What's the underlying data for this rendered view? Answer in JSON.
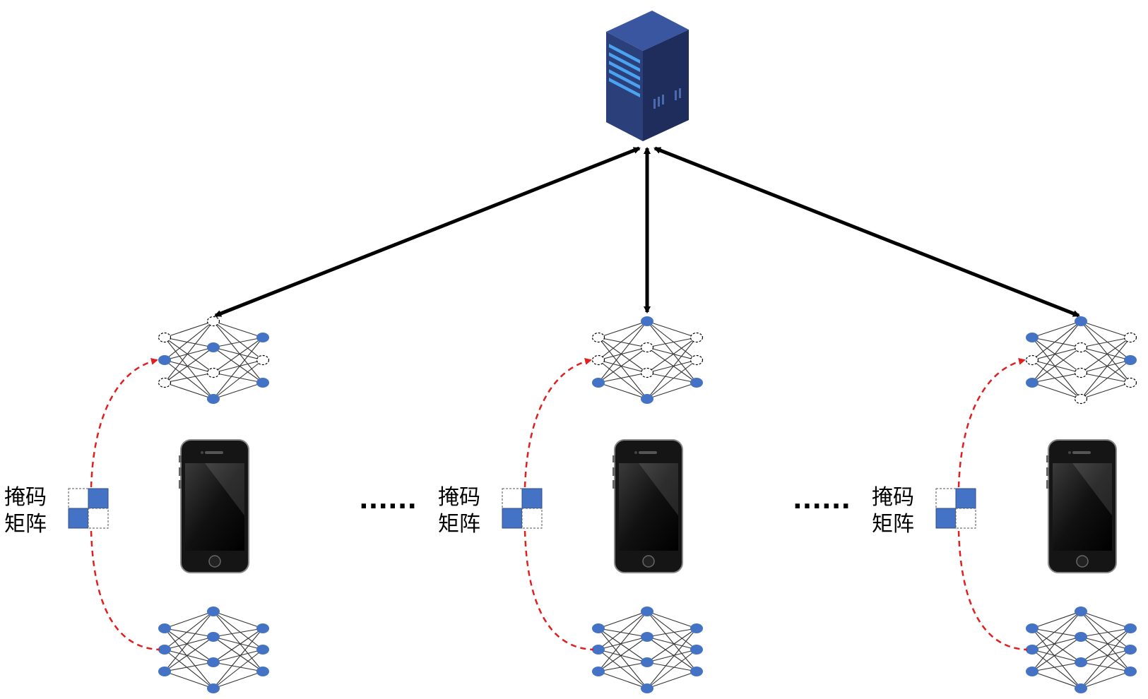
{
  "diagram": {
    "colors": {
      "node_fill": "#4472c4",
      "edge": "#333333",
      "arrow": "#000000",
      "mask_link": "#e02020",
      "server_front": "#2b3f7a",
      "server_side": "#1e2d5c",
      "server_top": "#3a56a0",
      "server_light": "#4aa3f0"
    },
    "clients": [
      {
        "mask_label_line1": "掩码",
        "mask_label_line2": "矩阵",
        "mask_cells": [
          [
            0,
            1
          ],
          [
            1,
            0
          ]
        ],
        "masked_net_active": [
          [
            false,
            true,
            false
          ],
          [
            false,
            true,
            false,
            true
          ],
          [
            true,
            false,
            true
          ]
        ],
        "separator": "......"
      },
      {
        "mask_label_line1": "掩码",
        "mask_label_line2": "矩阵",
        "mask_cells": [
          [
            0,
            1
          ],
          [
            1,
            0
          ]
        ],
        "masked_net_active": [
          [
            false,
            false,
            true
          ],
          [
            true,
            false,
            false,
            true
          ],
          [
            false,
            false,
            true
          ]
        ],
        "separator": "......"
      },
      {
        "mask_label_line1": "掩码",
        "mask_label_line2": "矩阵",
        "mask_cells": [
          [
            0,
            1
          ],
          [
            1,
            0
          ]
        ],
        "masked_net_active": [
          [
            true,
            false,
            true
          ],
          [
            true,
            false,
            false,
            false
          ],
          [
            false,
            true,
            false
          ]
        ],
        "separator": ""
      }
    ]
  }
}
